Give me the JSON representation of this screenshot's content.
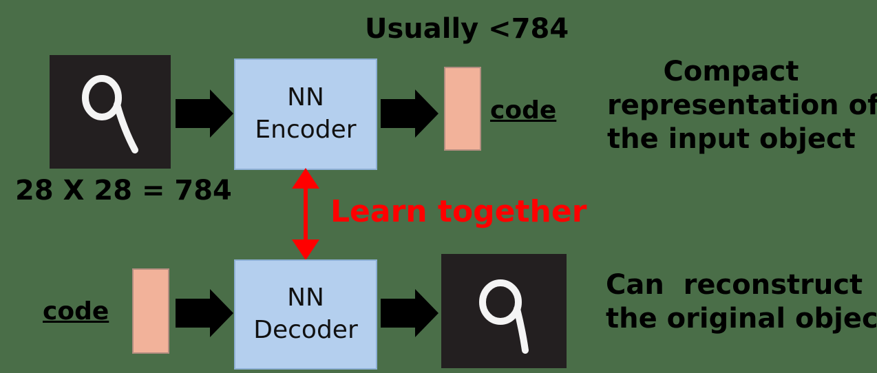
{
  "labels": {
    "code_size_note": "Usually <784",
    "input_size": "28 X 28 = 784",
    "code_top": "code",
    "code_bottom": "code",
    "learn_together": "Learn together",
    "compact_line1": "Compact",
    "compact_line2": "representation of",
    "compact_line3": "the input object",
    "reconstruct_line1": "Can  reconstruct",
    "reconstruct_line2": "the original object"
  },
  "encoder": {
    "line1": "NN",
    "line2": "Encoder"
  },
  "decoder": {
    "line1": "NN",
    "line2": "Decoder"
  },
  "colors": {
    "background": "#4a6e48",
    "nn_box_fill": "#b4cfee",
    "code_fill": "#f2b29a",
    "learn_together": "#ff0000",
    "digit_tile": "#231f20"
  },
  "icons": {
    "input_image": "handwritten-digit-9",
    "output_image": "handwritten-digit-9"
  }
}
